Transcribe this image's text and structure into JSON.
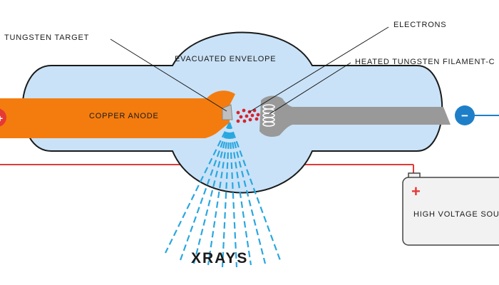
{
  "labels": {
    "tungsten_target": "TUNGSTEN TARGET",
    "electrons": "ELECTRONS",
    "evacuated_envelope": "EVACUATED ENVELOPE",
    "heated_filament": "HEATED TUNGSTEN FILAMENT-C",
    "copper_anode": "COPPER ANODE",
    "high_voltage": "HIGH VOLTAGE SOU",
    "xrays": "XRAYS",
    "plus_sign": "+",
    "minus_sign": "−",
    "battery_plus": "+"
  },
  "colors": {
    "envelope_fill": "#c9e2f7",
    "envelope_stroke": "#1a1a1a",
    "anode": "#f47c0e",
    "cathode": "#999999",
    "electrons": "#d9232d",
    "xray_lines": "#2aa7e0",
    "positive_terminal": "#e53935",
    "negative_terminal": "#1e7fc8",
    "wire_positive": "#e53935",
    "wire_negative": "#1e7fc8",
    "battery_fill": "#f2f2f2",
    "battery_stroke": "#444444"
  }
}
